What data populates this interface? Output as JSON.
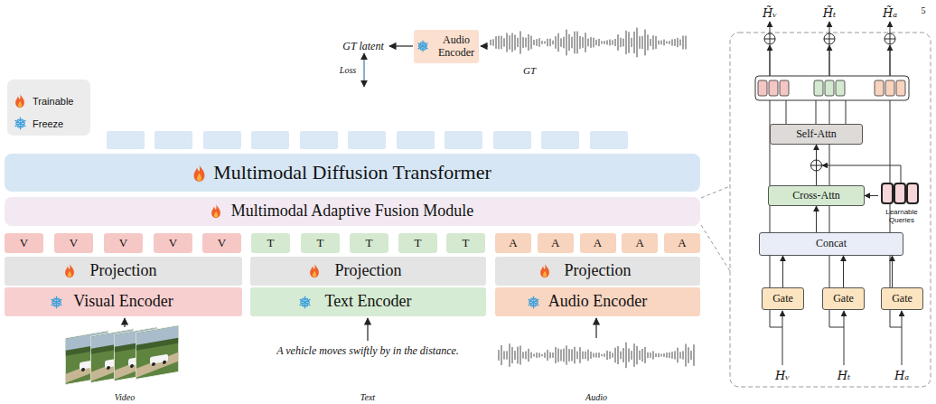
{
  "diagram": {
    "nodes": [
      {
        "text": [
          "Audio Encoder"
        ]
      },
      {
        "text": [
          "Multimodal Diffusion Transformer"
        ]
      },
      {
        "text": [
          "Multimodal Adaptive Fusion Module"
        ]
      },
      {
        "text": [
          "V"
        ]
      },
      {
        "text": [
          "V"
        ]
      },
      {
        "text": [
          "V"
        ]
      },
      {
        "text": [
          "V"
        ]
      },
      {
        "text": [
          "V"
        ]
      },
      {
        "text": [
          "T"
        ]
      },
      {
        "text": [
          "T"
        ]
      },
      {
        "text": [
          "T"
        ]
      },
      {
        "text": [
          "T"
        ]
      },
      {
        "text": [
          "T"
        ]
      },
      {
        "text": [
          "A"
        ]
      },
      {
        "text": [
          "A"
        ]
      },
      {
        "text": [
          "A"
        ]
      },
      {
        "text": [
          "A"
        ]
      },
      {
        "text": [
          "A"
        ]
      },
      {
        "text": [
          "Projection"
        ]
      },
      {
        "text": [
          "Projection"
        ]
      },
      {
        "text": [
          "Projection"
        ]
      },
      {
        "text": [
          "Visual Encoder"
        ]
      },
      {
        "text": [
          "Text Encoder"
        ]
      },
      {
        "text": [
          "Audio Encoder"
        ]
      },
      {
        "text": [
          "Self-Attn"
        ]
      },
      {
        "text": [
          "Cross-Attn"
        ]
      },
      {
        "text": [
          "Learnable Queries"
        ]
      },
      {
        "text": [
          "Concat"
        ]
      },
      {
        "text": [
          "Gate"
        ]
      },
      {
        "text": [
          "Gate"
        ]
      },
      {
        "text": [
          "Gate"
        ]
      }
    ],
    "edges": [
      {
        "from": 28,
        "to": 27,
        "arrow": "to"
      },
      {
        "from": 29,
        "to": 27,
        "arrow": "to"
      },
      {
        "from": 30,
        "to": 27,
        "arrow": "to"
      },
      {
        "from": 27,
        "to": 25,
        "arrow": "to"
      },
      {
        "from": 26,
        "to": 25,
        "arrow": "to"
      },
      {
        "from": 25,
        "to": 24,
        "arrow": "to"
      }
    ],
    "labels": [
      "5",
      "GT latent",
      "Loss",
      "GT",
      "A vehicle moves swiftly by in the distance.",
      "Video",
      "Text",
      "Audio",
      "H̃ᵥ",
      "H̃ₜ",
      "H̃ₐ",
      "Hᵥ",
      "Hₜ",
      "Hₐ"
    ],
    "legend": [
      {
        "text": "Trainable"
      },
      {
        "text": "Freeze"
      }
    ]
  }
}
